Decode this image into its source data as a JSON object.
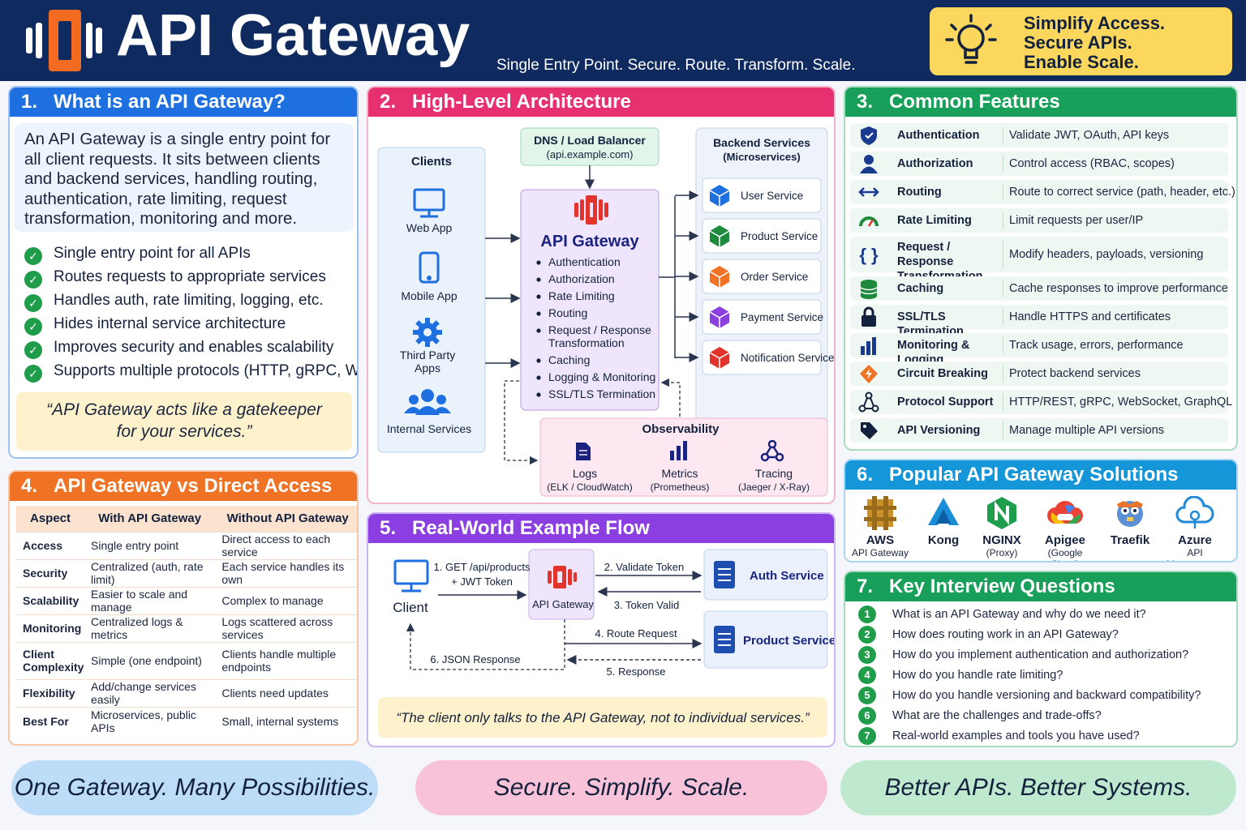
{
  "header": {
    "title": "API Gateway",
    "tagline": "Single Entry Point. Secure. Route. Transform. Scale.",
    "highlight": [
      "Simplify Access.",
      "Secure APIs.",
      "Enable Scale."
    ]
  },
  "panel1": {
    "num": "1.",
    "title": "What is an API Gateway?",
    "intro": "An API Gateway is a single entry point for all client requests. It sits between clients and backend services, handling routing, authentication, rate limiting, request transformation, monitoring and more.",
    "bullets": [
      "Single entry point for all APIs",
      "Routes requests to appropriate services",
      "Handles auth, rate limiting, logging, etc.",
      "Hides internal service architecture",
      "Improves security and enables scalability",
      "Supports multiple protocols (HTTP, gRPC, WebSocket)"
    ],
    "quote": [
      "“API Gateway acts like a gatekeeper",
      "for your services.”"
    ]
  },
  "panel2": {
    "num": "2.",
    "title": "High-Level Architecture",
    "clients_title": "Clients",
    "clients": [
      "Web App",
      "Mobile App",
      "Third Party",
      "Apps",
      "Internal Services"
    ],
    "dns": [
      "DNS / Load Balancer",
      "(api.example.com)"
    ],
    "gateway_title": "API Gateway",
    "gateway_items": [
      "Authentication",
      "Authorization",
      "Rate Limiting",
      "Routing",
      "Request / Response",
      "Transformation",
      "Caching",
      "Logging & Monitoring",
      "SSL/TLS Termination"
    ],
    "backend_title": [
      "Backend Services",
      "(Microservices)"
    ],
    "services": [
      "User Service",
      "Product Service",
      "Order Service",
      "Payment Service",
      "Notification Service"
    ],
    "observability_title": "Observability",
    "observability": [
      {
        "name": "Logs",
        "sub": "(ELK / CloudWatch)"
      },
      {
        "name": "Metrics",
        "sub": "(Prometheus)"
      },
      {
        "name": "Tracing",
        "sub": "(Jaeger / X-Ray)"
      }
    ]
  },
  "panel3": {
    "num": "3.",
    "title": "Common Features",
    "features": [
      {
        "name": "Authentication",
        "desc": "Validate JWT, OAuth, API keys",
        "icon": "shield-icon"
      },
      {
        "name": "Authorization",
        "desc": "Control access (RBAC, scopes)",
        "icon": "user-icon"
      },
      {
        "name": "Routing",
        "desc": "Route to correct service (path, header, etc.)",
        "icon": "arrows-icon"
      },
      {
        "name": "Rate Limiting",
        "desc": "Limit requests per user/IP",
        "icon": "gauge-icon"
      },
      {
        "name": "Request / Response",
        "name2": "Transformation",
        "desc": "Modify headers, payloads, versioning",
        "icon": "braces-icon"
      },
      {
        "name": "Caching",
        "desc": "Cache responses to improve performance",
        "icon": "database-icon"
      },
      {
        "name": "SSL/TLS Termination",
        "desc": "Handle HTTPS and certificates",
        "icon": "lock-icon"
      },
      {
        "name": "Monitoring & Logging",
        "desc": "Track usage, errors, performance",
        "icon": "bar-chart-icon"
      },
      {
        "name": "Circuit Breaking",
        "desc": "Protect backend services",
        "icon": "lightning-icon"
      },
      {
        "name": "Protocol Support",
        "desc": "HTTP/REST, gRPC, WebSocket, GraphQL",
        "icon": "network-icon"
      },
      {
        "name": "API Versioning",
        "desc": "Manage multiple API versions",
        "icon": "tag-icon"
      }
    ]
  },
  "panel4": {
    "num": "4.",
    "title": "API Gateway vs Direct Access",
    "headers": [
      "Aspect",
      "With API Gateway",
      "Without API Gateway"
    ],
    "rows": [
      {
        "aspect": "Access",
        "with": "Single entry point",
        "without": "Direct access to each service"
      },
      {
        "aspect": "Security",
        "with": "Centralized (auth, rate limit)",
        "without": "Each service handles its own"
      },
      {
        "aspect": "Scalability",
        "with": "Easier to scale and manage",
        "without": "Complex to manage"
      },
      {
        "aspect": "Monitoring",
        "with": "Centralized logs & metrics",
        "without": "Logs scattered across services"
      },
      {
        "aspect": "Client",
        "aspect2": "Complexity",
        "with": "Simple (one endpoint)",
        "without": "Clients handle multiple endpoints"
      },
      {
        "aspect": "Flexibility",
        "with": "Add/change services easily",
        "without": "Clients need updates"
      },
      {
        "aspect": "Best For",
        "with": "Microservices, public APIs",
        "without": "Small, internal systems"
      }
    ]
  },
  "panel5": {
    "num": "5.",
    "title": "Real-World Example Flow",
    "client": "Client",
    "gateway": "API Gateway",
    "auth_service": "Auth Service",
    "product_service": "Product Service",
    "steps": [
      "1. GET /api/products",
      "+ JWT Token",
      "2. Validate Token",
      "3. Token Valid",
      "4. Route Request",
      "5. Response",
      "6. JSON Response"
    ],
    "quote": "“The client only talks to the API Gateway, not to individual services.”"
  },
  "panel6": {
    "num": "6.",
    "title": "Popular API Gateway Solutions",
    "solutions": [
      {
        "name": "AWS",
        "sub": "API Gateway"
      },
      {
        "name": "Kong",
        "sub": ""
      },
      {
        "name": "NGINX",
        "sub": "(Proxy)"
      },
      {
        "name": "Apigee",
        "sub": "(Google Cloud)"
      },
      {
        "name": "Traefik",
        "sub": ""
      },
      {
        "name": "Azure",
        "sub": "API Management"
      }
    ]
  },
  "panel7": {
    "num": "7.",
    "title": "Key Interview Questions",
    "questions": [
      {
        "n": "1",
        "q": "What is an API Gateway and why do we need it?"
      },
      {
        "n": "2",
        "q": "How does routing work in an API Gateway?"
      },
      {
        "n": "3",
        "q": "How do you implement authentication and authorization?"
      },
      {
        "n": "4",
        "q": "How do you handle rate limiting?"
      },
      {
        "n": "5",
        "q": "How do you handle versioning and backward compatibility?"
      },
      {
        "n": "6",
        "q": "What are the challenges and trade-offs?"
      },
      {
        "n": "7",
        "q": "Real-world examples and tools you have used?"
      }
    ]
  },
  "slogans": [
    "One Gateway. Many Possibilities.",
    "Secure. Simplify. Scale.",
    "Better APIs. Better Systems."
  ],
  "colors": {
    "navy": "#0f2a5f",
    "blue": "#1e6fe0",
    "pink": "#e6306f",
    "green": "#18a05a",
    "orange": "#f07225",
    "purple": "#8b3fe0",
    "teal": "#1596d8",
    "yellow": "#fbd85d"
  }
}
